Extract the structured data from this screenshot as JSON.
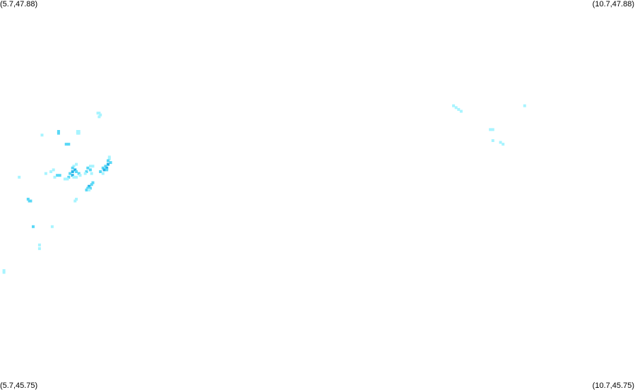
{
  "map": {
    "background_color": "#ffffff",
    "lon_range": [
      5.7,
      10.7
    ],
    "lat_range": [
      45.75,
      47.88
    ],
    "corner_labels": {
      "top_left": "(5.7,47.88)",
      "top_right": "(10.7,47.88)",
      "bottom_left": "(5.7,45.75)",
      "bottom_right": "(10.7,45.75)"
    },
    "palette": {
      "light": "#a8f4ff",
      "medium": "#5ad8f6",
      "dark": "#26b4e8"
    },
    "cells": [
      {
        "lon": 6.47,
        "lat": 47.27,
        "level": "light"
      },
      {
        "lon": 6.48,
        "lat": 47.26,
        "level": "light"
      },
      {
        "lon": 6.47,
        "lat": 47.25,
        "level": "light"
      },
      {
        "lon": 6.46,
        "lat": 47.27,
        "level": "light"
      },
      {
        "lon": 6.3,
        "lat": 47.17,
        "level": "light"
      },
      {
        "lon": 6.31,
        "lat": 47.17,
        "level": "light"
      },
      {
        "lon": 6.3,
        "lat": 47.16,
        "level": "light"
      },
      {
        "lon": 6.31,
        "lat": 47.16,
        "level": "light"
      },
      {
        "lon": 6.15,
        "lat": 47.17,
        "level": "medium"
      },
      {
        "lon": 6.15,
        "lat": 47.16,
        "level": "medium"
      },
      {
        "lon": 6.02,
        "lat": 47.15,
        "level": "light"
      },
      {
        "lon": 6.21,
        "lat": 47.1,
        "level": "medium"
      },
      {
        "lon": 6.23,
        "lat": 47.1,
        "level": "medium"
      },
      {
        "lon": 6.55,
        "lat": 47.03,
        "level": "light"
      },
      {
        "lon": 6.55,
        "lat": 47.02,
        "level": "light"
      },
      {
        "lon": 6.54,
        "lat": 47.01,
        "level": "medium"
      },
      {
        "lon": 6.56,
        "lat": 47.0,
        "level": "medium"
      },
      {
        "lon": 6.54,
        "lat": 46.99,
        "level": "dark"
      },
      {
        "lon": 6.52,
        "lat": 46.98,
        "level": "medium"
      },
      {
        "lon": 6.53,
        "lat": 46.97,
        "level": "dark"
      },
      {
        "lon": 6.5,
        "lat": 46.97,
        "level": "medium"
      },
      {
        "lon": 6.51,
        "lat": 46.96,
        "level": "dark"
      },
      {
        "lon": 6.53,
        "lat": 46.96,
        "level": "medium"
      },
      {
        "lon": 6.48,
        "lat": 46.95,
        "level": "medium"
      },
      {
        "lon": 6.5,
        "lat": 46.94,
        "level": "light"
      },
      {
        "lon": 6.4,
        "lat": 46.98,
        "level": "light"
      },
      {
        "lon": 6.42,
        "lat": 46.98,
        "level": "light"
      },
      {
        "lon": 6.38,
        "lat": 46.97,
        "level": "medium"
      },
      {
        "lon": 6.4,
        "lat": 46.96,
        "level": "medium"
      },
      {
        "lon": 6.37,
        "lat": 46.95,
        "level": "medium"
      },
      {
        "lon": 6.36,
        "lat": 46.94,
        "level": "light"
      },
      {
        "lon": 6.41,
        "lat": 46.94,
        "level": "light"
      },
      {
        "lon": 6.27,
        "lat": 46.98,
        "level": "light"
      },
      {
        "lon": 6.29,
        "lat": 46.99,
        "level": "light"
      },
      {
        "lon": 6.26,
        "lat": 46.97,
        "level": "medium"
      },
      {
        "lon": 6.28,
        "lat": 46.96,
        "level": "dark"
      },
      {
        "lon": 6.26,
        "lat": 46.95,
        "level": "dark"
      },
      {
        "lon": 6.29,
        "lat": 46.95,
        "level": "medium"
      },
      {
        "lon": 6.24,
        "lat": 46.94,
        "level": "medium"
      },
      {
        "lon": 6.26,
        "lat": 46.93,
        "level": "dark"
      },
      {
        "lon": 6.31,
        "lat": 46.94,
        "level": "medium"
      },
      {
        "lon": 6.32,
        "lat": 46.93,
        "level": "light"
      },
      {
        "lon": 6.23,
        "lat": 46.92,
        "level": "medium"
      },
      {
        "lon": 6.27,
        "lat": 46.92,
        "level": "light"
      },
      {
        "lon": 6.29,
        "lat": 46.92,
        "level": "light"
      },
      {
        "lon": 6.11,
        "lat": 46.96,
        "level": "light"
      },
      {
        "lon": 6.09,
        "lat": 46.95,
        "level": "light"
      },
      {
        "lon": 6.14,
        "lat": 46.93,
        "level": "medium"
      },
      {
        "lon": 6.16,
        "lat": 46.93,
        "level": "medium"
      },
      {
        "lon": 6.12,
        "lat": 46.92,
        "level": "light"
      },
      {
        "lon": 6.05,
        "lat": 46.94,
        "level": "light"
      },
      {
        "lon": 6.2,
        "lat": 46.91,
        "level": "light"
      },
      {
        "lon": 6.22,
        "lat": 46.91,
        "level": "light"
      },
      {
        "lon": 5.84,
        "lat": 46.92,
        "level": "light"
      },
      {
        "lon": 6.42,
        "lat": 46.89,
        "level": "medium"
      },
      {
        "lon": 6.41,
        "lat": 46.88,
        "level": "medium"
      },
      {
        "lon": 6.39,
        "lat": 46.87,
        "level": "dark"
      },
      {
        "lon": 6.38,
        "lat": 46.86,
        "level": "medium"
      },
      {
        "lon": 6.4,
        "lat": 46.86,
        "level": "medium"
      },
      {
        "lon": 6.37,
        "lat": 46.85,
        "level": "medium"
      },
      {
        "lon": 6.39,
        "lat": 46.85,
        "level": "light"
      },
      {
        "lon": 5.91,
        "lat": 46.8,
        "level": "medium"
      },
      {
        "lon": 5.92,
        "lat": 46.79,
        "level": "medium"
      },
      {
        "lon": 5.93,
        "lat": 46.79,
        "level": "medium"
      },
      {
        "lon": 6.29,
        "lat": 46.8,
        "level": "light"
      },
      {
        "lon": 6.28,
        "lat": 46.79,
        "level": "light"
      },
      {
        "lon": 5.95,
        "lat": 46.65,
        "level": "medium"
      },
      {
        "lon": 6.1,
        "lat": 46.65,
        "level": "light"
      },
      {
        "lon": 6.0,
        "lat": 46.55,
        "level": "light"
      },
      {
        "lon": 6.0,
        "lat": 46.53,
        "level": "light"
      },
      {
        "lon": 5.72,
        "lat": 46.41,
        "level": "light"
      },
      {
        "lon": 5.72,
        "lat": 46.4,
        "level": "light"
      },
      {
        "lon": 9.26,
        "lat": 47.31,
        "level": "light"
      },
      {
        "lon": 9.28,
        "lat": 47.3,
        "level": "light"
      },
      {
        "lon": 9.3,
        "lat": 47.29,
        "level": "light"
      },
      {
        "lon": 9.32,
        "lat": 47.28,
        "level": "light"
      },
      {
        "lon": 9.82,
        "lat": 47.31,
        "level": "light"
      },
      {
        "lon": 9.55,
        "lat": 47.18,
        "level": "light"
      },
      {
        "lon": 9.57,
        "lat": 47.18,
        "level": "light"
      },
      {
        "lon": 9.57,
        "lat": 47.12,
        "level": "light"
      },
      {
        "lon": 9.63,
        "lat": 47.11,
        "level": "light"
      },
      {
        "lon": 9.65,
        "lat": 47.1,
        "level": "light"
      }
    ]
  }
}
